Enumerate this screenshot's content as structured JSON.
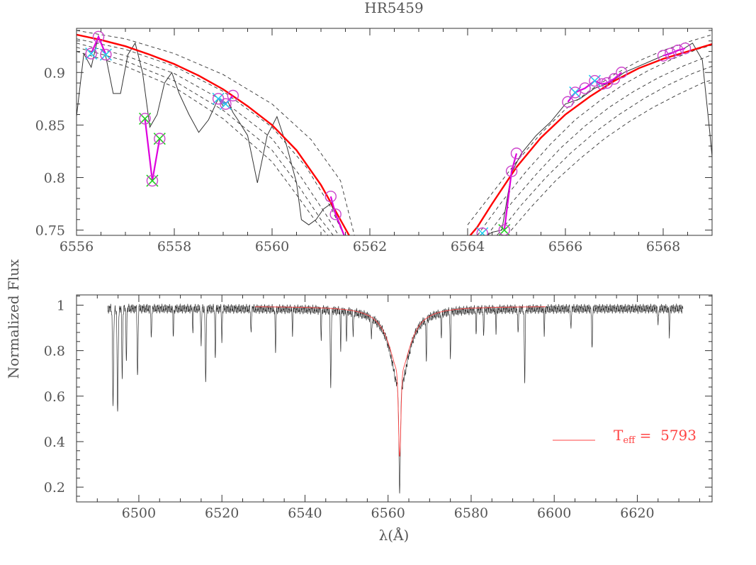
{
  "figure_title": "HR5459",
  "shared_ylabel": "Normalized Flux",
  "chart_data": [
    {
      "type": "line",
      "title": "HR5459",
      "xlim": [
        6556,
        6569
      ],
      "ylim": [
        0.745,
        0.942
      ],
      "x_ticks": [
        6556,
        6558,
        6560,
        6562,
        6564,
        6566,
        6568
      ],
      "x_tick_labels": [
        "6556",
        "6558",
        "6560",
        "6562",
        "6564",
        "6566",
        "6568"
      ],
      "y_ticks": [
        0.75,
        0.8,
        0.85,
        0.9
      ],
      "y_tick_labels": [
        "0.75",
        "0.8",
        "0.85",
        "0.9"
      ],
      "series": [
        {
          "role": "observed-spectrum",
          "color": "#333333",
          "x": [
            6556.0,
            6556.15,
            6556.3,
            6556.45,
            6556.6,
            6556.75,
            6556.9,
            6557.05,
            6557.2,
            6557.35,
            6557.5,
            6557.65,
            6557.8,
            6557.95,
            6558.1,
            6558.3,
            6558.5,
            6558.7,
            6558.9,
            6559.0,
            6559.1,
            6559.2,
            6559.3,
            6559.5,
            6559.7,
            6559.9,
            6560.1,
            6560.3,
            6560.5,
            6560.6,
            6560.75,
            6560.9,
            6561.05,
            6561.2,
            6561.3,
            6561.4,
            6561.5
          ],
          "y": [
            0.858,
            0.918,
            0.905,
            0.935,
            0.915,
            0.88,
            0.88,
            0.917,
            0.928,
            0.9,
            0.848,
            0.86,
            0.89,
            0.9,
            0.88,
            0.86,
            0.843,
            0.855,
            0.875,
            0.868,
            0.872,
            0.862,
            0.855,
            0.84,
            0.795,
            0.84,
            0.858,
            0.83,
            0.795,
            0.76,
            0.755,
            0.76,
            0.77,
            0.775,
            0.765,
            0.755,
            0.742
          ]
        },
        {
          "role": "observed-spectrum",
          "color": "#333333",
          "x": [
            6564.3,
            6564.5,
            6564.7,
            6564.9,
            6565.1,
            6565.4,
            6565.7,
            6566.0,
            6566.3,
            6566.6,
            6566.9,
            6567.2,
            6567.5,
            6567.8,
            6568.1,
            6568.4,
            6568.6,
            6568.8,
            6568.95,
            6569.0
          ],
          "y": [
            0.742,
            0.748,
            0.75,
            0.805,
            0.823,
            0.84,
            0.853,
            0.87,
            0.875,
            0.885,
            0.89,
            0.9,
            0.906,
            0.912,
            0.918,
            0.922,
            0.928,
            0.912,
            0.845,
            0.82
          ]
        },
        {
          "role": "synthetic-model",
          "color": "#ff0000",
          "x": [
            6556.0,
            6556.5,
            6557.0,
            6557.5,
            6558.0,
            6558.5,
            6559.0,
            6559.5,
            6560.0,
            6560.5,
            6561.0,
            6561.3,
            6561.6,
            6561.75
          ],
          "y": [
            0.936,
            0.931,
            0.925,
            0.917,
            0.908,
            0.897,
            0.884,
            0.868,
            0.85,
            0.826,
            0.793,
            0.768,
            0.743,
            0.742
          ]
        },
        {
          "role": "synthetic-model",
          "color": "#ff0000",
          "x": [
            6564.0,
            6564.2,
            6564.5,
            6565.0,
            6565.5,
            6566.0,
            6566.5,
            6567.0,
            6567.5,
            6568.0,
            6568.5,
            6569.0
          ],
          "y": [
            0.742,
            0.753,
            0.775,
            0.81,
            0.838,
            0.86,
            0.877,
            0.892,
            0.904,
            0.913,
            0.92,
            0.927
          ]
        },
        {
          "role": "comparison-model",
          "color": "#333333",
          "dashed": true,
          "x": [
            6556.0,
            6557.0,
            6558.0,
            6559.0,
            6560.0,
            6560.8,
            6561.4,
            6561.7
          ],
          "y": [
            0.94,
            0.932,
            0.918,
            0.898,
            0.87,
            0.836,
            0.797,
            0.742
          ]
        },
        {
          "role": "comparison-model",
          "color": "#333333",
          "dashed": true,
          "x": [
            6556.0,
            6557.0,
            6558.0,
            6559.0,
            6560.0,
            6560.7,
            6561.2,
            6561.5
          ],
          "y": [
            0.932,
            0.922,
            0.906,
            0.882,
            0.848,
            0.81,
            0.772,
            0.742
          ]
        },
        {
          "role": "comparison-model",
          "color": "#333333",
          "dashed": true,
          "x": [
            6556.0,
            6557.0,
            6558.0,
            6559.0,
            6560.0,
            6560.6,
            6561.1,
            6561.4
          ],
          "y": [
            0.928,
            0.916,
            0.899,
            0.873,
            0.837,
            0.8,
            0.765,
            0.742
          ]
        },
        {
          "role": "comparison-model",
          "color": "#333333",
          "dashed": true,
          "x": [
            6556.0,
            6557.0,
            6558.0,
            6559.0,
            6560.0,
            6560.5,
            6561.0,
            6561.3
          ],
          "y": [
            0.924,
            0.911,
            0.892,
            0.864,
            0.826,
            0.795,
            0.76,
            0.742
          ]
        },
        {
          "role": "comparison-model",
          "color": "#333333",
          "dashed": true,
          "x": [
            6556.0,
            6557.0,
            6558.0,
            6559.0,
            6560.0,
            6560.4,
            6560.9,
            6561.2
          ],
          "y": [
            0.92,
            0.906,
            0.886,
            0.856,
            0.815,
            0.79,
            0.758,
            0.742
          ]
        },
        {
          "role": "comparison-model",
          "color": "#333333",
          "dashed": true,
          "x": [
            6564.0,
            6564.5,
            6565.0,
            6565.5,
            6566.0,
            6566.5,
            6567.0,
            6567.5,
            6568.0,
            6568.5,
            6569.0
          ],
          "y": [
            0.755,
            0.785,
            0.815,
            0.842,
            0.865,
            0.883,
            0.898,
            0.911,
            0.921,
            0.929,
            0.936
          ]
        },
        {
          "role": "comparison-model",
          "color": "#333333",
          "dashed": true,
          "x": [
            6564.2,
            6564.7,
            6565.2,
            6565.7,
            6566.2,
            6566.7,
            6567.2,
            6567.7,
            6568.2,
            6568.7,
            6569.0
          ],
          "y": [
            0.745,
            0.777,
            0.806,
            0.832,
            0.855,
            0.873,
            0.889,
            0.902,
            0.913,
            0.922,
            0.926
          ]
        },
        {
          "role": "comparison-model",
          "color": "#333333",
          "dashed": true,
          "x": [
            6564.4,
            6564.9,
            6565.4,
            6565.9,
            6566.4,
            6566.9,
            6567.4,
            6567.9,
            6568.4,
            6569.0
          ],
          "y": [
            0.745,
            0.776,
            0.803,
            0.828,
            0.849,
            0.867,
            0.882,
            0.895,
            0.906,
            0.917
          ]
        },
        {
          "role": "comparison-model",
          "color": "#333333",
          "dashed": true,
          "x": [
            6564.6,
            6565.1,
            6565.6,
            6566.1,
            6566.6,
            6567.1,
            6567.6,
            6568.1,
            6568.6,
            6569.0
          ],
          "y": [
            0.745,
            0.774,
            0.8,
            0.823,
            0.843,
            0.86,
            0.875,
            0.888,
            0.899,
            0.906
          ]
        },
        {
          "role": "comparison-model",
          "color": "#333333",
          "dashed": true,
          "x": [
            6564.8,
            6565.3,
            6565.8,
            6566.3,
            6566.8,
            6567.3,
            6567.8,
            6568.3,
            6568.8,
            6569.0
          ],
          "y": [
            0.745,
            0.772,
            0.797,
            0.818,
            0.837,
            0.853,
            0.867,
            0.879,
            0.89,
            0.893
          ]
        },
        {
          "role": "selected-points-link",
          "color": "#dd00dd",
          "x": [
            6556.3,
            6556.45,
            6556.6
          ],
          "y": [
            0.918,
            0.934,
            0.917
          ]
        },
        {
          "role": "selected-points-link",
          "color": "#dd00dd",
          "x": [
            6557.4,
            6557.55,
            6557.7
          ],
          "y": [
            0.856,
            0.797,
            0.837
          ]
        },
        {
          "role": "selected-points-link",
          "color": "#dd00dd",
          "x": [
            6558.9,
            6559.05,
            6559.2
          ],
          "y": [
            0.875,
            0.87,
            0.878
          ]
        },
        {
          "role": "selected-points-link",
          "color": "#dd00dd",
          "x": [
            6561.2,
            6561.3,
            6561.5
          ],
          "y": [
            0.782,
            0.765,
            0.742
          ]
        },
        {
          "role": "selected-points-link",
          "color": "#dd00dd",
          "x": [
            6564.75,
            6564.9,
            6565.0
          ],
          "y": [
            0.75,
            0.806,
            0.823
          ]
        },
        {
          "role": "selected-points-link",
          "color": "#dd00dd",
          "x": [
            6566.05,
            6566.2,
            6566.4,
            6566.6,
            6566.75,
            6566.85,
            6567.0,
            6567.15
          ],
          "y": [
            0.872,
            0.881,
            0.885,
            0.892,
            0.889,
            0.89,
            0.894,
            0.9
          ]
        },
        {
          "role": "selected-points-link",
          "color": "#dd00dd",
          "x": [
            6568.0,
            6568.15,
            6568.3,
            6568.45
          ],
          "y": [
            0.916,
            0.918,
            0.921,
            0.923
          ]
        }
      ],
      "points": {
        "circles": {
          "color": "#cc44cc",
          "x": [
            6556.3,
            6556.45,
            6556.6,
            6557.4,
            6557.55,
            6557.7,
            6558.9,
            6559.05,
            6559.2,
            6561.2,
            6561.3,
            6564.3,
            6564.75,
            6564.9,
            6565.0,
            6566.05,
            6566.2,
            6566.4,
            6566.6,
            6566.75,
            6566.85,
            6567.0,
            6567.15,
            6568.0,
            6568.15,
            6568.3,
            6568.45
          ],
          "y": [
            0.918,
            0.934,
            0.917,
            0.856,
            0.797,
            0.837,
            0.875,
            0.87,
            0.878,
            0.782,
            0.765,
            0.747,
            0.75,
            0.806,
            0.823,
            0.872,
            0.881,
            0.885,
            0.892,
            0.889,
            0.89,
            0.894,
            0.9,
            0.916,
            0.918,
            0.921,
            0.923
          ]
        },
        "cyan_crosses": {
          "color": "#22ccee",
          "x": [
            6556.3,
            6556.6,
            6558.9,
            6559.05,
            6564.3,
            6566.2,
            6566.6
          ],
          "y": [
            0.918,
            0.917,
            0.875,
            0.87,
            0.747,
            0.881,
            0.892
          ]
        },
        "green_crosses": {
          "color": "#22cc22",
          "x": [
            6557.4,
            6557.55,
            6557.7,
            6564.75
          ],
          "y": [
            0.856,
            0.797,
            0.837,
            0.75
          ]
        }
      }
    },
    {
      "type": "line",
      "xlabel": "λ(Å)",
      "xlim": [
        6485,
        6638
      ],
      "ylim": [
        0.135,
        1.045
      ],
      "x_ticks": [
        6500,
        6520,
        6540,
        6560,
        6580,
        6600,
        6620
      ],
      "x_tick_labels": [
        "6500",
        "6520",
        "6540",
        "6560",
        "6580",
        "6600",
        "6620"
      ],
      "y_ticks": [
        0.2,
        0.4,
        0.6,
        0.8,
        1.0
      ],
      "y_tick_labels": [
        "0.2",
        "0.4",
        "0.6",
        "0.8",
        "1"
      ],
      "observed": {
        "color": "#333333",
        "x_start": 6492.5,
        "x_end": 6631,
        "continuum": 0.985,
        "lines": [
          {
            "center": 6493.8,
            "depth": 0.42,
            "width": 0.18
          },
          {
            "center": 6494.9,
            "depth": 0.46,
            "width": 0.18
          },
          {
            "center": 6496.0,
            "depth": 0.3,
            "width": 0.15
          },
          {
            "center": 6497.0,
            "depth": 0.22,
            "width": 0.13
          },
          {
            "center": 6499.7,
            "depth": 0.3,
            "width": 0.15
          },
          {
            "center": 6503.0,
            "depth": 0.14,
            "width": 0.12
          },
          {
            "center": 6508.3,
            "depth": 0.12,
            "width": 0.12
          },
          {
            "center": 6513.0,
            "depth": 0.09,
            "width": 0.12
          },
          {
            "center": 6515.0,
            "depth": 0.17,
            "width": 0.12
          },
          {
            "center": 6516.1,
            "depth": 0.34,
            "width": 0.15
          },
          {
            "center": 6518.4,
            "depth": 0.21,
            "width": 0.13
          },
          {
            "center": 6520.0,
            "depth": 0.14,
            "width": 0.12
          },
          {
            "center": 6527.0,
            "depth": 0.11,
            "width": 0.12
          },
          {
            "center": 6532.9,
            "depth": 0.19,
            "width": 0.13
          },
          {
            "center": 6537.0,
            "depth": 0.1,
            "width": 0.12
          },
          {
            "center": 6543.9,
            "depth": 0.12,
            "width": 0.12
          },
          {
            "center": 6546.2,
            "depth": 0.35,
            "width": 0.15
          },
          {
            "center": 6548.6,
            "depth": 0.16,
            "width": 0.12
          },
          {
            "center": 6550.0,
            "depth": 0.12,
            "width": 0.12
          },
          {
            "center": 6551.6,
            "depth": 0.11,
            "width": 0.12
          },
          {
            "center": 6556.0,
            "depth": 0.1,
            "width": 0.12
          },
          {
            "center": 6569.2,
            "depth": 0.19,
            "width": 0.13
          },
          {
            "center": 6572.8,
            "depth": 0.12,
            "width": 0.12
          },
          {
            "center": 6575.0,
            "depth": 0.2,
            "width": 0.13
          },
          {
            "center": 6581.2,
            "depth": 0.1,
            "width": 0.12
          },
          {
            "center": 6583.0,
            "depth": 0.11,
            "width": 0.12
          },
          {
            "center": 6586.0,
            "depth": 0.1,
            "width": 0.12
          },
          {
            "center": 6591.3,
            "depth": 0.12,
            "width": 0.12
          },
          {
            "center": 6592.9,
            "depth": 0.31,
            "width": 0.15
          },
          {
            "center": 6597.6,
            "depth": 0.11,
            "width": 0.12
          },
          {
            "center": 6604.0,
            "depth": 0.09,
            "width": 0.12
          },
          {
            "center": 6609.1,
            "depth": 0.19,
            "width": 0.13
          },
          {
            "center": 6625.0,
            "depth": 0.08,
            "width": 0.12
          },
          {
            "center": 6627.7,
            "depth": 0.12,
            "width": 0.12
          }
        ],
        "balmer_line": {
          "center": 6562.8,
          "depth": 0.8,
          "core_width": 0.25,
          "wing_width": 2.5
        }
      },
      "model": {
        "color": "#ff4444",
        "x_start": 6528,
        "x_end": 6598,
        "continuum": 0.995,
        "balmer_line": {
          "center": 6562.8,
          "depth": 0.66,
          "core_width": 0.4,
          "wing_width": 3.0
        }
      },
      "legend": {
        "placement": "right",
        "color": "#ff4444",
        "label_main": "T",
        "label_sub": "eff",
        "label_rest": " =  5793"
      }
    }
  ]
}
